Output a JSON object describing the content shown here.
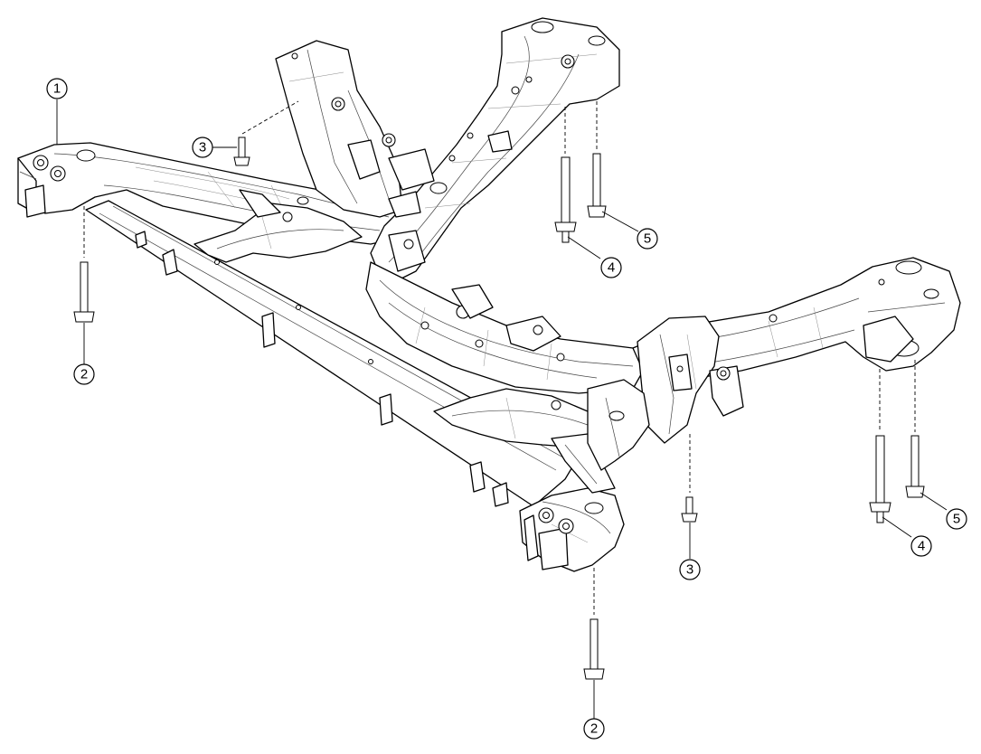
{
  "callouts": [
    {
      "id": "c1",
      "label": "1",
      "part": "subframe"
    },
    {
      "id": "c2a",
      "label": "2",
      "part": "front-mount-bolt"
    },
    {
      "id": "c2b",
      "label": "2",
      "part": "front-mount-bolt"
    },
    {
      "id": "c3a",
      "label": "3",
      "part": "upper-mount-bolt"
    },
    {
      "id": "c3b",
      "label": "3",
      "part": "upper-mount-bolt"
    },
    {
      "id": "c4a",
      "label": "4",
      "part": "rear-mount-bolt-long"
    },
    {
      "id": "c4b",
      "label": "4",
      "part": "rear-mount-bolt-long"
    },
    {
      "id": "c5a",
      "label": "5",
      "part": "rear-mount-bolt-short"
    },
    {
      "id": "c5b",
      "label": "5",
      "part": "rear-mount-bolt-short"
    }
  ],
  "colors": {
    "line": "#000000",
    "background": "#ffffff"
  }
}
